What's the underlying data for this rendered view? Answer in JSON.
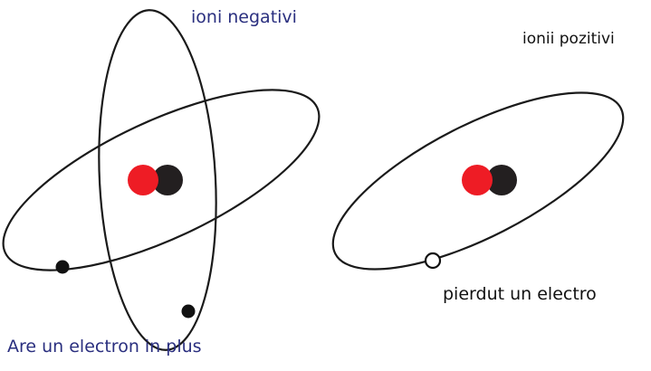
{
  "negative_ion": {
    "title": "ioni negativi",
    "caption": "Are un electron in plus",
    "label_color": "#2a2f7f"
  },
  "positive_ion": {
    "title": "ionii pozitivi",
    "caption": "pierdut un electro",
    "label_color": "#111111"
  },
  "colors": {
    "proton": "#ee1c25",
    "neutron": "#231f20",
    "orbit": "#1a1a1a",
    "electron": "#111111"
  }
}
